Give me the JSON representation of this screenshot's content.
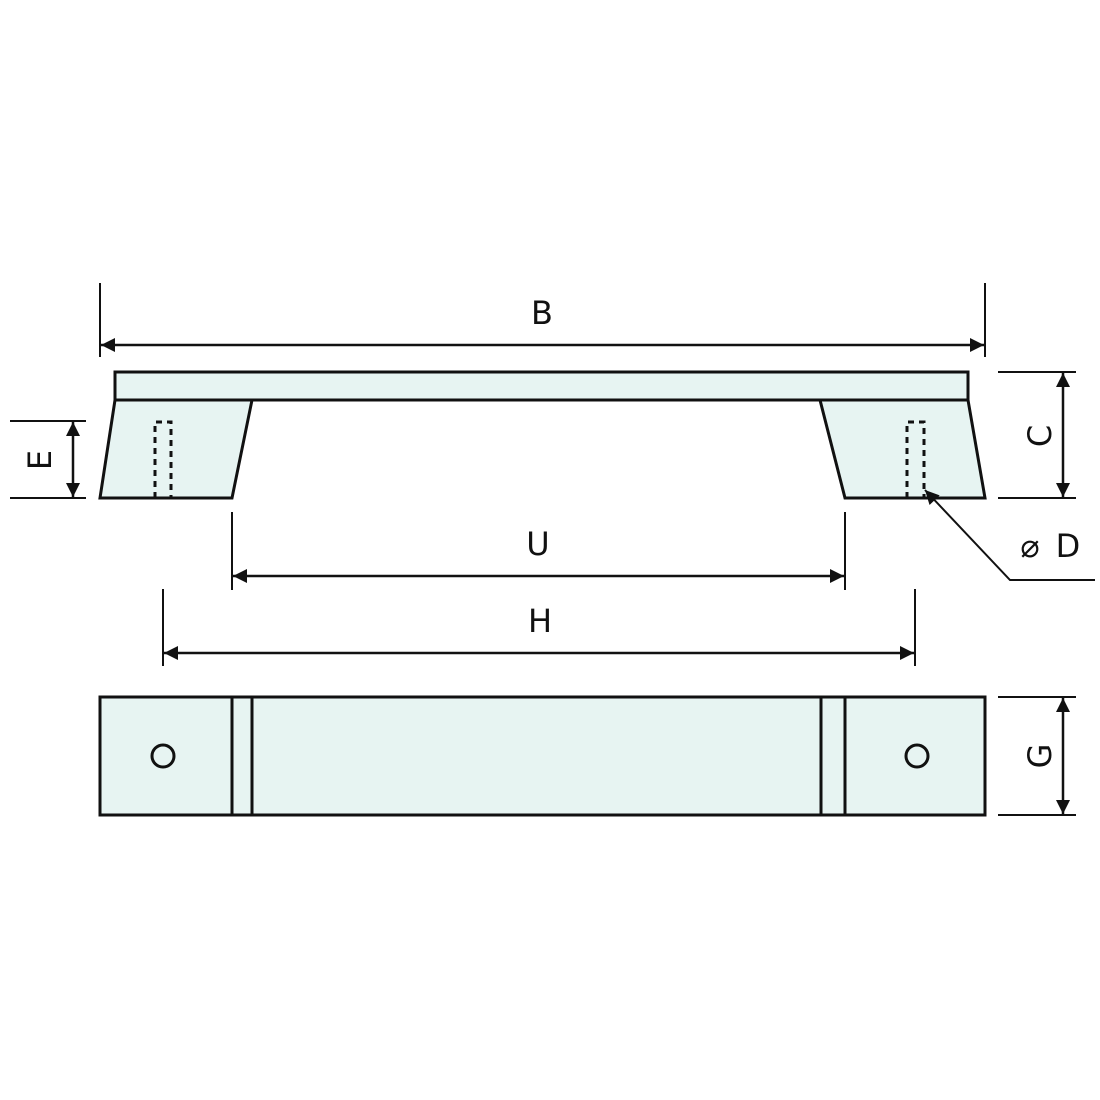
{
  "diagram": {
    "type": "technical-drawing",
    "subject": "cabinet pull handle",
    "fill_color": "#e7f4f2",
    "stroke_color": "#111111",
    "views": [
      "side-view",
      "top-view"
    ],
    "dimensions": {
      "B": "B",
      "C": "C",
      "D": "D",
      "D_prefix": "⌀",
      "E": "E",
      "U": "U",
      "H": "H",
      "G": "G"
    }
  }
}
